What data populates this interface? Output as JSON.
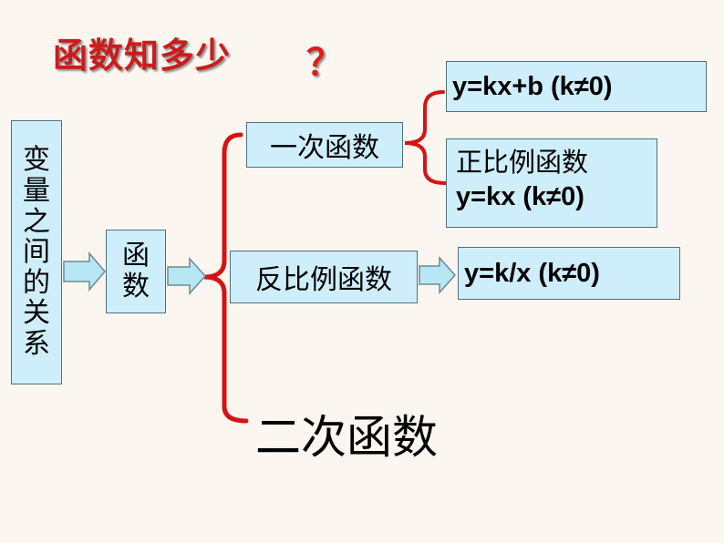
{
  "title": "函数知多少",
  "title_mark": "？",
  "nodes": {
    "root": [
      "变",
      "量",
      "之",
      "间",
      "的",
      "关",
      "系"
    ],
    "function": [
      "函",
      "数"
    ],
    "linear": "一次函数",
    "inverse": "反比例函数",
    "quadratic": "二次函数",
    "linear_formula": "y=kx+b (k≠0)",
    "proportional_name": "正比例函数",
    "proportional_formula": "y=kx (k≠0)",
    "inverse_formula": "y=k/x (k≠0)"
  },
  "colors": {
    "accent": "#cc1b1b",
    "box_fill": "#cfeefb",
    "bracket": "#d41414"
  }
}
